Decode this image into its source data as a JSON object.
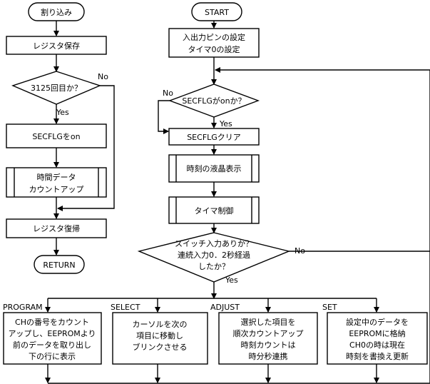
{
  "left_flow": {
    "start": "割り込み",
    "save_registers": "レジスタ保存",
    "decision_3125": "3125回目か？",
    "no_label": "No",
    "yes_label": "Yes",
    "set_secflg": "SECFLGをon",
    "count_up_line1": "時間データ",
    "count_up_line2": "カウントアップ",
    "restore_registers": "レジスタ復帰",
    "return": "RETURN"
  },
  "main_flow": {
    "start": "START",
    "init_line1": "入出力ピンの設定",
    "init_line2": "タイマ0の設定",
    "decision_secflg": "SECFLGがonか？",
    "no_label": "No",
    "yes_label": "Yes",
    "clear_secflg": "SECFLGクリア",
    "lcd_display": "時刻の液晶表示",
    "timer_control": "タイマ制御",
    "switch_line1": "スイッチ入力ありか？",
    "switch_line2": "連続入力0．2秒経過",
    "switch_line3": "したか？",
    "switch_no": "No",
    "switch_yes": "Yes"
  },
  "branches": [
    {
      "label": "PROGRAM",
      "lines": [
        "CHの番号をカウント",
        "アップし、EEPROMより",
        "前のデータを取り出し",
        "下の行に表示"
      ]
    },
    {
      "label": "SELECT",
      "lines": [
        "カーソルを次の",
        "項目に移動し",
        "ブリンクさせる"
      ]
    },
    {
      "label": "ADJUST",
      "lines": [
        "選択した項目を",
        "順次カウントアップ",
        "時刻カウントは",
        "時分秒連携"
      ]
    },
    {
      "label": "SET",
      "lines": [
        "設定中のデータを",
        "EEPROMに格納",
        "CH0の時は現在",
        "時刻を書換え更新"
      ]
    }
  ]
}
